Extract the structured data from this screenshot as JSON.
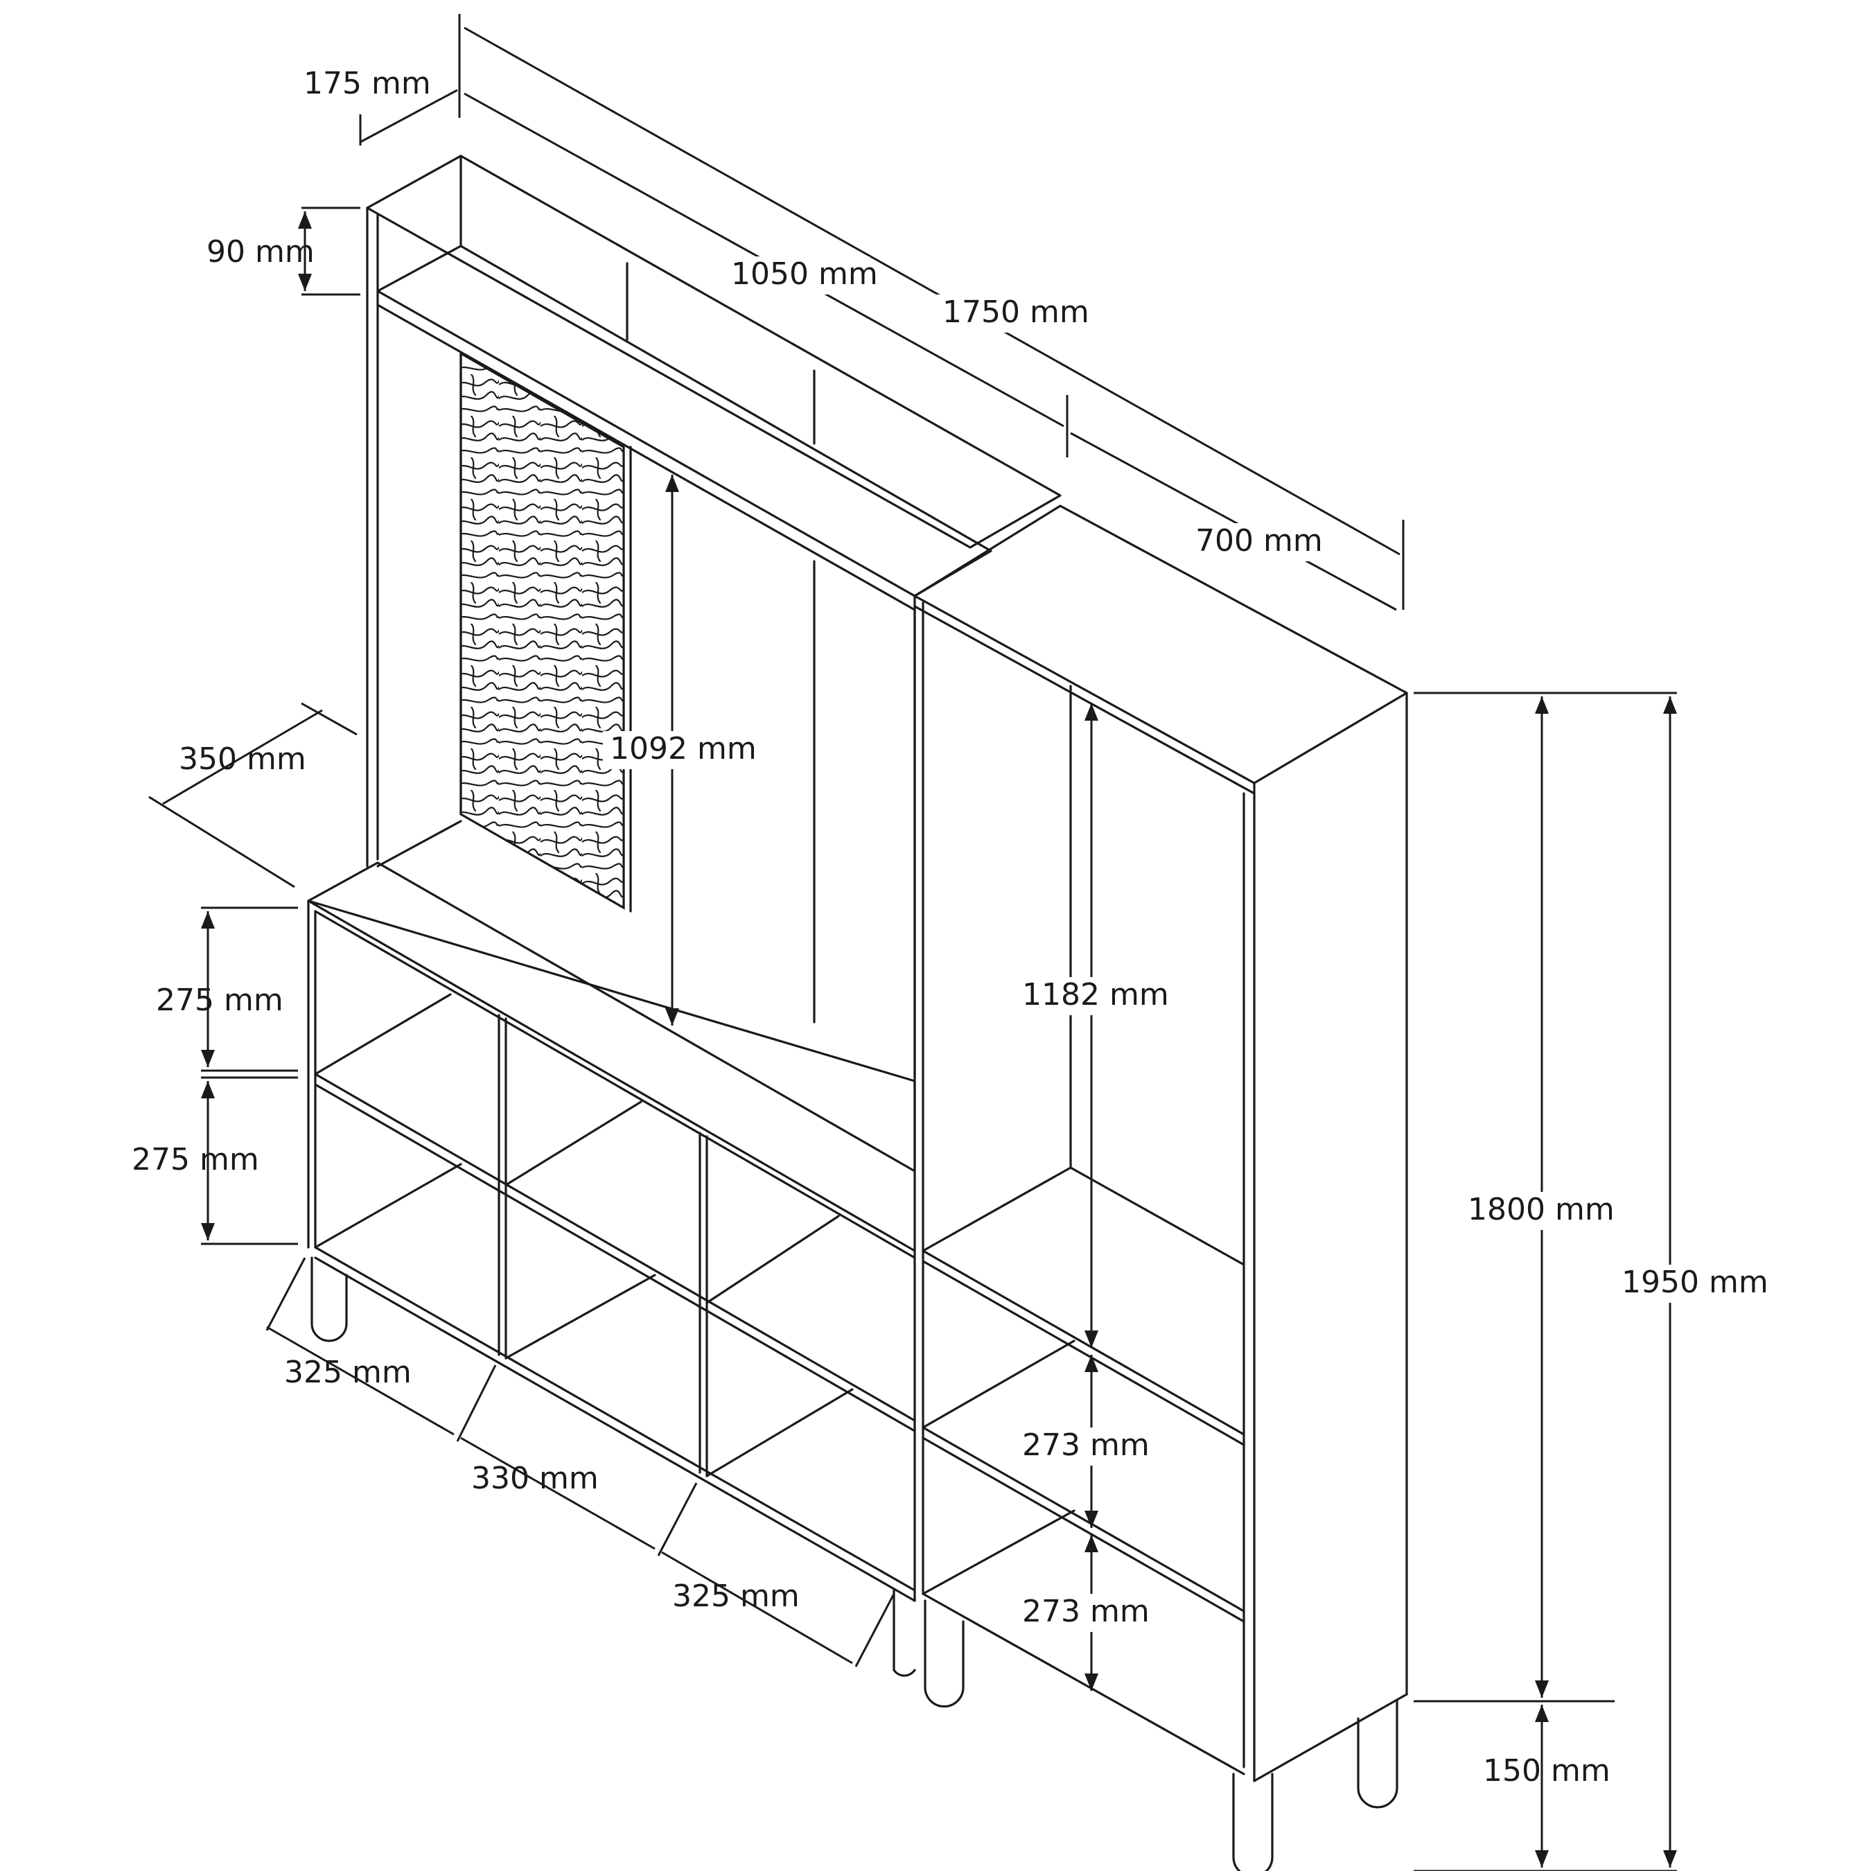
{
  "diagram": {
    "labels": {
      "width_top": "175 mm",
      "top_cap": "90 mm",
      "width_1050": "1050 mm",
      "width_1750": "1750 mm",
      "width_700": "700 mm",
      "depth_350": "350 mm",
      "panel_1092": "1092 mm",
      "cube_275_a": "275 mm",
      "cube_275_b": "275 mm",
      "tall_1182": "1182 mm",
      "height_1800": "1800 mm",
      "height_1950": "1950 mm",
      "cube_273_a": "273 mm",
      "cube_273_b": "273 mm",
      "legs_150": "150 mm",
      "col_325_a": "325 mm",
      "col_330": "330 mm",
      "col_325_b": "325 mm"
    },
    "colors": {
      "line": "#1a1a1a",
      "background": "#ffffff"
    }
  }
}
